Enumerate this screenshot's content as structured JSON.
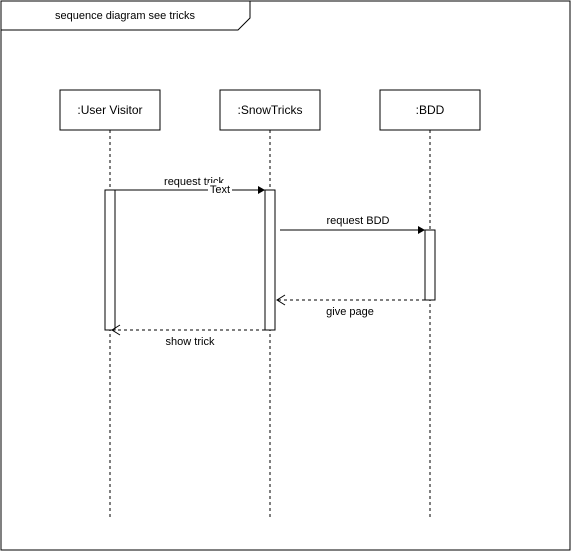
{
  "frame": {
    "title": "sequence diagram see tricks"
  },
  "participants": [
    {
      "id": "user",
      "label": ":User Visitor"
    },
    {
      "id": "app",
      "label": ":SnowTricks"
    },
    {
      "id": "db",
      "label": ":BDD"
    }
  ],
  "messages": [
    {
      "label": "request  trick",
      "kind": "sync"
    },
    {
      "label": "request BDD",
      "kind": "sync"
    },
    {
      "label": "give page",
      "kind": "return"
    },
    {
      "label": "show trick",
      "kind": "return"
    }
  ],
  "overlay_text": "Text",
  "colors": {
    "stroke": "#000000",
    "background": "#ffffff"
  }
}
